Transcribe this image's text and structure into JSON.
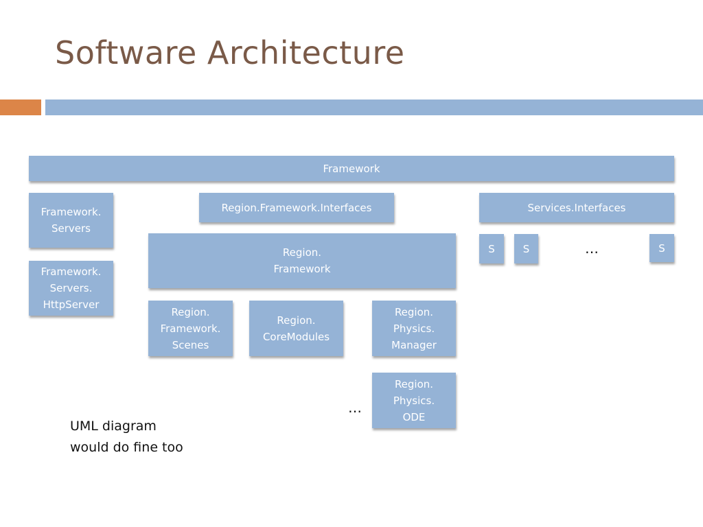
{
  "slide": {
    "title": "Software Architecture",
    "note": "UML diagram\nwould do fine too"
  },
  "colors": {
    "box": "#95b3d6",
    "accent_orange": "#dc8548",
    "title": "#7a5a48"
  },
  "diagram": {
    "framework": "Framework",
    "framework_servers": "Framework.\nServers",
    "framework_servers_httpserver": "Framework.\nServers.\nHttpServer",
    "region_framework_interfaces": "Region.Framework.Interfaces",
    "region_framework": "Region.\nFramework",
    "region_framework_scenes": "Region.\nFramework.\nScenes",
    "region_coremodules": "Region.\nCoreModules",
    "region_physics_manager": "Region.\nPhysics.\nManager",
    "region_physics_ode": "Region.\nPhysics.\nODE",
    "services_interfaces": "Services.Interfaces",
    "service_s1": "S",
    "service_s2": "S",
    "service_s3": "S",
    "ellipsis_services": "…",
    "ellipsis_physics": "…"
  }
}
